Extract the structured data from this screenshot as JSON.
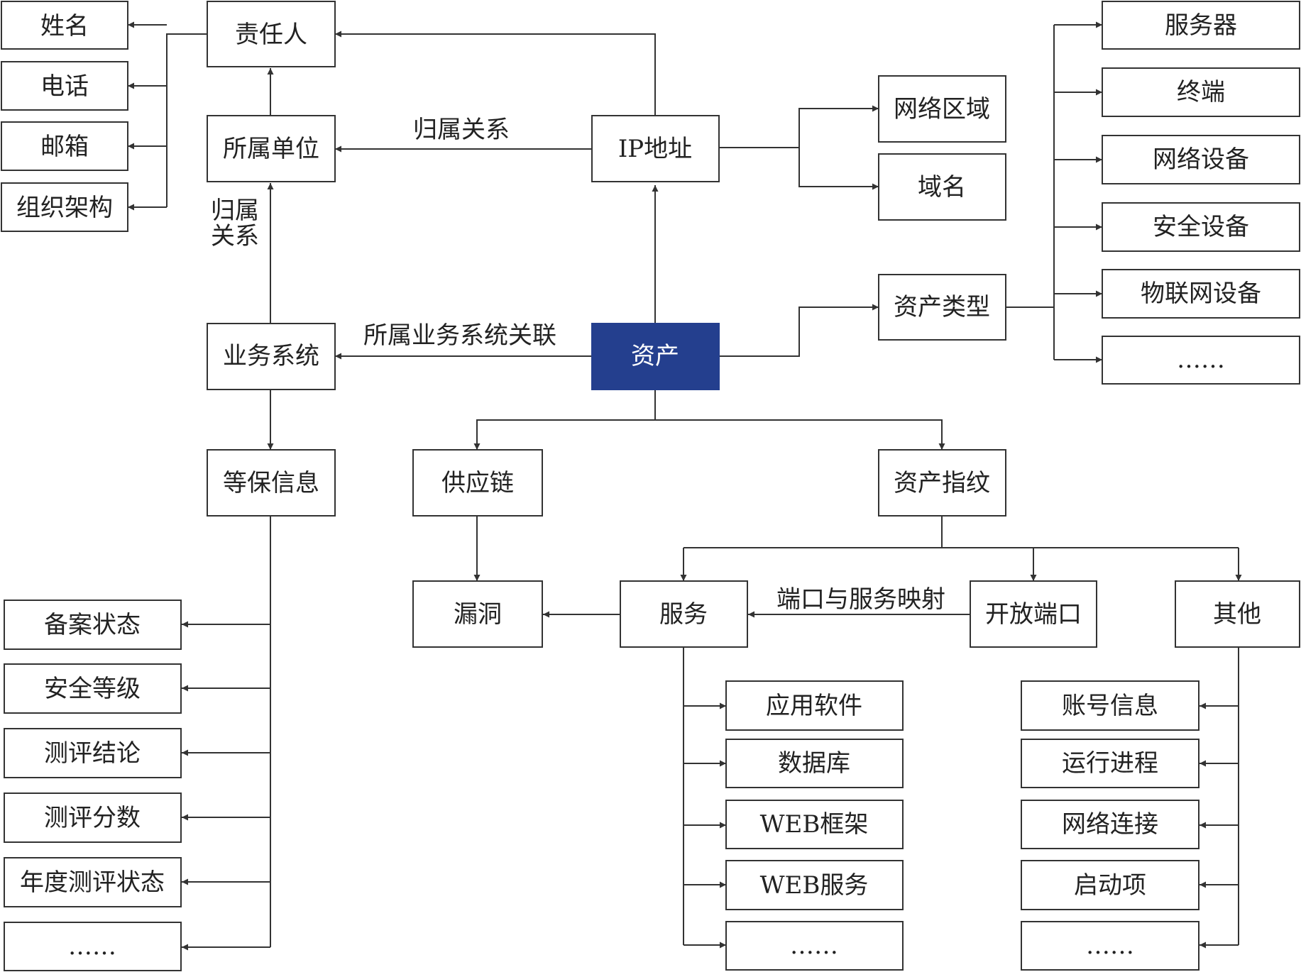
{
  "colors": {
    "center_fill": "#243f8e",
    "line": "#333333",
    "box_fill": "#ffffff"
  },
  "nodes": {
    "name": "姓名",
    "phone": "电话",
    "email": "邮箱",
    "org": "组织架构",
    "owner": "责任人",
    "unit": "所属单位",
    "ip": "IP地址",
    "zone": "网络区域",
    "domain": "域名",
    "server": "服务器",
    "terminal": "终端",
    "netdev": "网络设备",
    "secdev": "安全设备",
    "iot": "物联网设备",
    "type_more": "……",
    "asset_type": "资产类型",
    "asset": "资产",
    "biz": "业务系统",
    "mlps": "等保信息",
    "supply": "供应链",
    "fingerprint": "资产指纹",
    "vuln": "漏洞",
    "service": "服务",
    "openport": "开放端口",
    "other": "其他",
    "record": "备案状态",
    "level": "安全等级",
    "conclusion": "测评结论",
    "score": "测评分数",
    "annual": "年度测评状态",
    "mlps_more": "……",
    "app": "应用软件",
    "db": "数据库",
    "webfw": "WEB框架",
    "websvc": "WEB服务",
    "svc_more": "……",
    "account": "账号信息",
    "process": "运行进程",
    "netconn": "网络连接",
    "startup": "启动项",
    "other_more": "……"
  },
  "edge_labels": {
    "ip_unit": "归属关系",
    "biz_unit": "归属\n关系",
    "asset_biz": "所属业务系统关联",
    "port_service": "端口与服务映射"
  }
}
